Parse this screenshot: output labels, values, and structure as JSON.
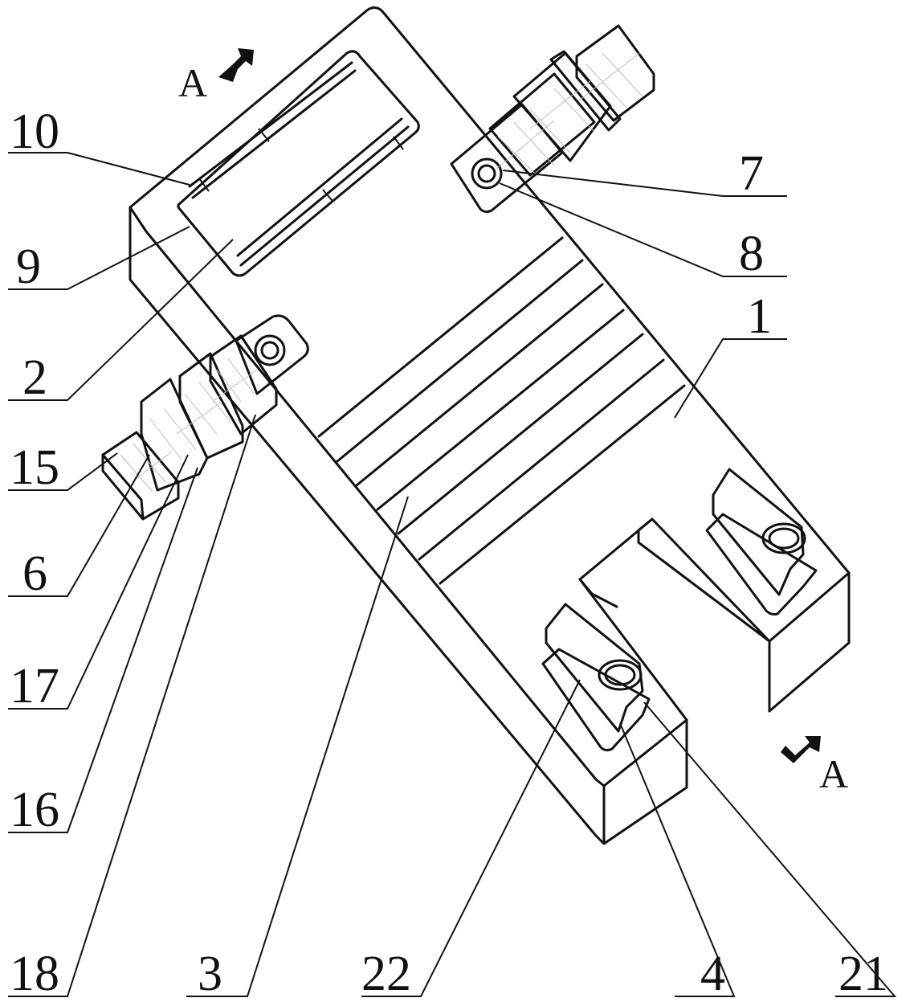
{
  "section_marks": {
    "top": "A",
    "bottom": "A"
  },
  "labels": {
    "l1": "1",
    "l2": "2",
    "l3": "3",
    "l4": "4",
    "l6": "6",
    "l7": "7",
    "l8": "8",
    "l9": "9",
    "l10": "10",
    "l15": "15",
    "l16": "16",
    "l17": "17",
    "l18": "18",
    "l21": "21",
    "l22": "22"
  }
}
